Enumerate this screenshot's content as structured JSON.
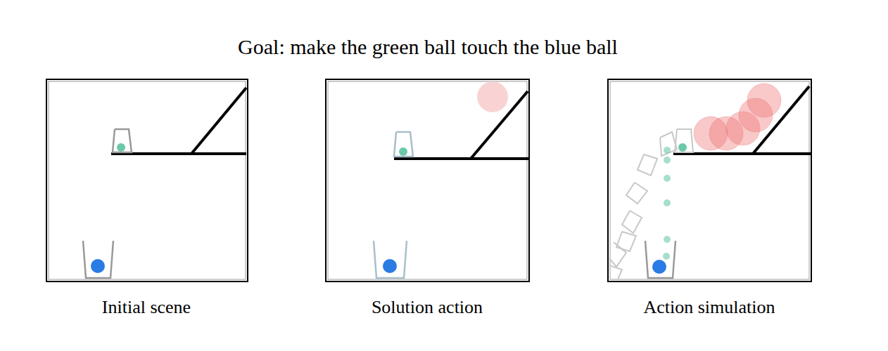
{
  "diagram": {
    "title": "Goal: make the green ball touch the blue ball",
    "labels": [
      "Initial scene",
      "Solution action",
      "Action simulation"
    ]
  }
}
